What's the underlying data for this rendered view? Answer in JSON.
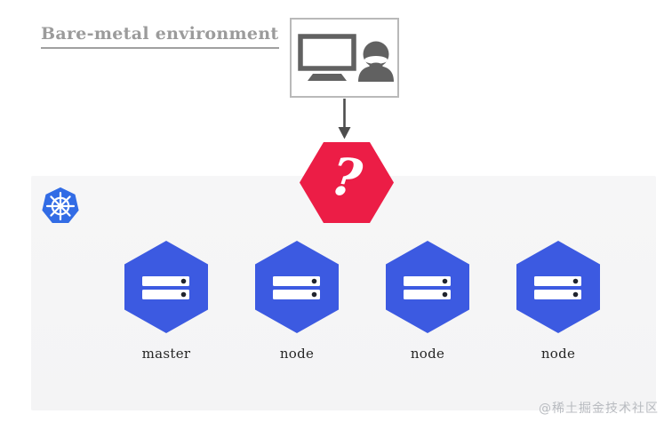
{
  "title": {
    "label": "Bare-metal environment"
  },
  "colors": {
    "title_gray": "#9b9b9b",
    "panel_bg": "#f5f5f6",
    "icon_gray": "#616161",
    "question_hexagon_red": "#ec1d46",
    "node_hexagon_blue": "#3c5ae1",
    "kubernetes_blue": "#326ce5",
    "node_label_dark": "#262626",
    "watermark_gray": "#b8bbc0"
  },
  "operator_box": {
    "icons": [
      {
        "name": "monitor-icon"
      },
      {
        "name": "person-icon"
      }
    ]
  },
  "connector": {
    "icon": "arrow-down-icon"
  },
  "question_hexagon": {
    "symbol": "?"
  },
  "cluster": {
    "platform_icon": "kubernetes-logo",
    "nodes": [
      {
        "label": "master"
      },
      {
        "label": "node"
      },
      {
        "label": "node"
      },
      {
        "label": "node"
      }
    ]
  },
  "watermark": {
    "label": "@稀土掘金技术社区"
  }
}
